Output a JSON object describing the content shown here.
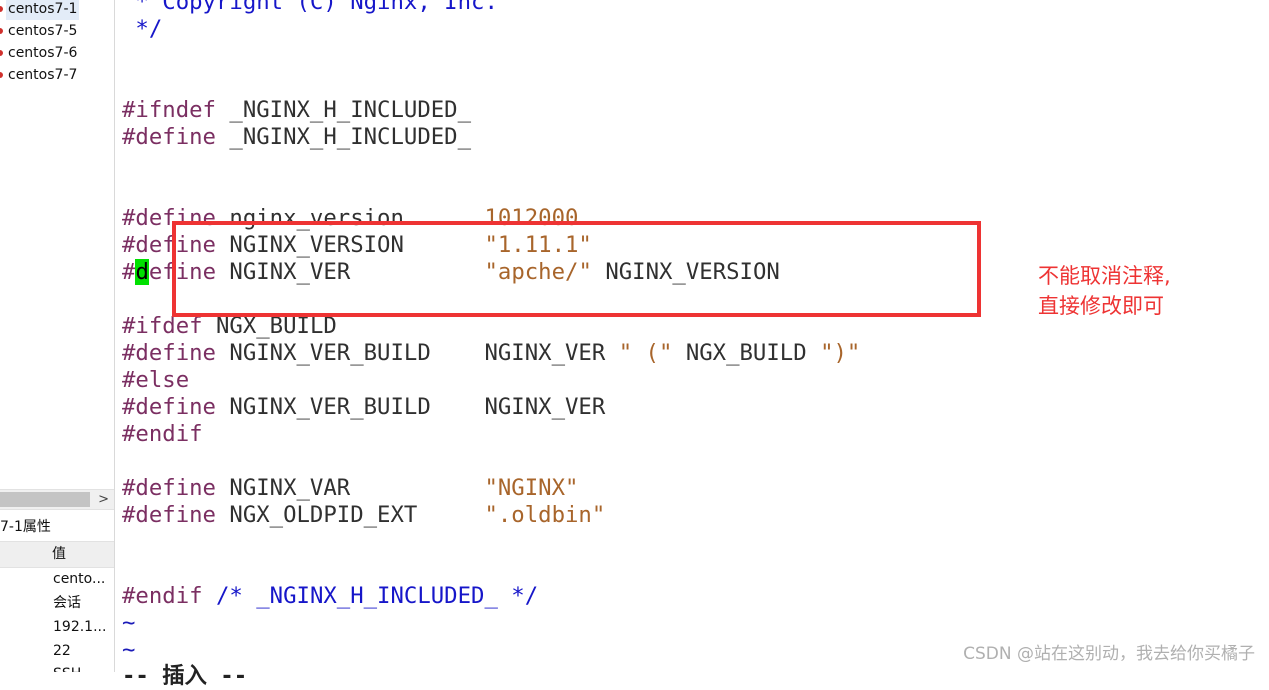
{
  "sessions": [
    {
      "label": "centos7-1",
      "selected": true
    },
    {
      "label": "centos7-5",
      "selected": false
    },
    {
      "label": "centos7-6",
      "selected": false
    },
    {
      "label": "centos7-7",
      "selected": false
    }
  ],
  "sidebar": {
    "scroll_arrow": ">",
    "props_title": "7-1属性",
    "props_value_header": "值",
    "props_values": [
      "cento...",
      "会话",
      "192.1...",
      "22",
      "SSH"
    ]
  },
  "code": {
    "copyright": " * Copyright (C) Nginx, Inc.",
    "comment_end": " */",
    "ifndef": [
      "#ifndef",
      " _NGINX_H_INCLUDED_"
    ],
    "define_h": [
      "#define",
      " _NGINX_H_INCLUDED_"
    ],
    "version_num": [
      "#define",
      " nginx_version      ",
      "1012000"
    ],
    "version_str": [
      "#define",
      " NGINX_VERSION      ",
      "\"1.11.1\""
    ],
    "ver": [
      "#",
      "d",
      "efine",
      " NGINX_VER          ",
      "\"apche/\"",
      " NGINX_VERSION"
    ],
    "ifdef": [
      "#ifdef",
      " NGX_BUILD"
    ],
    "ver_build1": [
      "#define",
      " NGINX_VER_BUILD    NGINX_VER ",
      "\" (\"",
      " NGX_BUILD ",
      "\")\""
    ],
    "else": "#else",
    "ver_build2": [
      "#define",
      " NGINX_VER_BUILD    NGINX_VER"
    ],
    "endif": "#endif",
    "var": [
      "#define",
      " NGINX_VAR          ",
      "\"NGINX\""
    ],
    "oldpid": [
      "#define",
      " NGX_OLDPID_EXT     ",
      "\".oldbin\""
    ],
    "endif_final": [
      "#endif",
      " /* _NGINX_H_INCLUDED_ */"
    ],
    "tilde": "~",
    "status": "-- 插入 --"
  },
  "annotation": {
    "line1": "不能取消注释,",
    "line2": "直接修改即可"
  },
  "watermark": "CSDN @站在这别动，我去给你买橘子",
  "colors": {
    "highlight_box": "#ee3333",
    "cursor": "#00e000",
    "keyword": "#7b2f62",
    "string": "#a8652b",
    "comment": "#1616c9"
  }
}
